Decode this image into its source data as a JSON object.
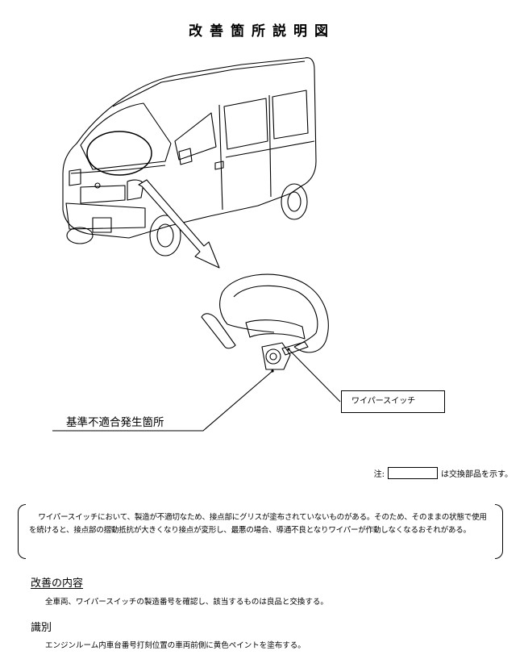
{
  "document": {
    "title": "改善箇所説明図"
  },
  "illustration": {
    "part_label": "ワイパースイッチ",
    "location_label": "基準不適合発生箇所"
  },
  "legend": {
    "prefix": "注:",
    "suffix": "は交換部品を示す。"
  },
  "notice": {
    "text": "ワイパースイッチにおいて、製造が不適切なため、接点部にグリスが塗布されていないものがある。そのため、そのままの状態で使用を続けると、接点部の摺動抵抗が大きくなり接点が変形し、最悪の場合、導通不良となりワイパーが作動しなくなるおそれがある。"
  },
  "improvement": {
    "heading": "改善の内容",
    "body": "全車両、ワイパースイッチの製造番号を確認し、該当するものは良品と交換する。"
  },
  "identification": {
    "heading": "識別",
    "body": "エンジンルーム内車台番号打刻位置の車両前側に黄色ペイントを塗布する。"
  }
}
